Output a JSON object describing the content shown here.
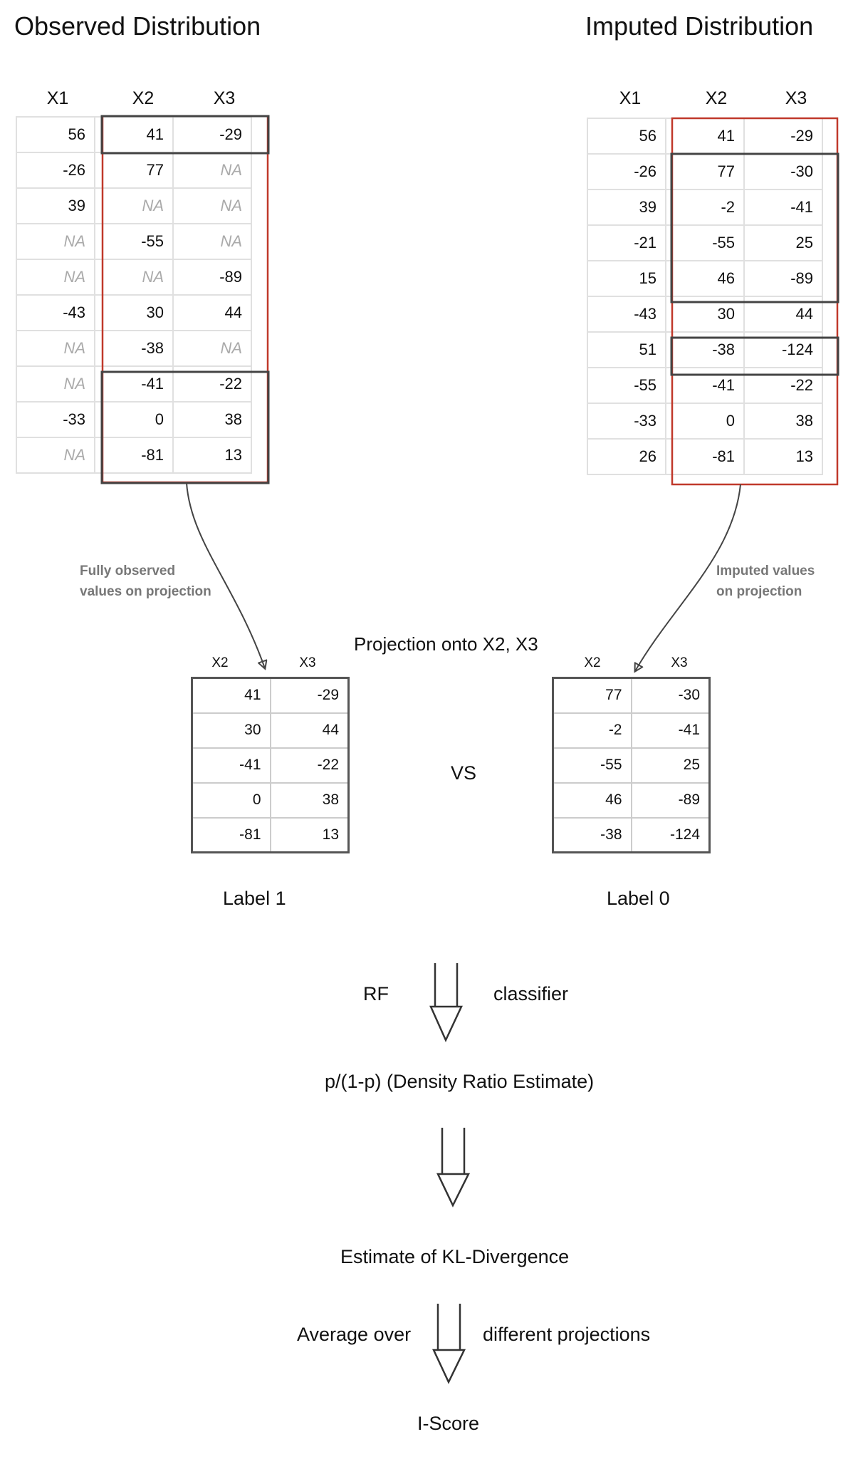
{
  "observed": {
    "title": "Observed Distribution",
    "columns": [
      "X1",
      "X2",
      "X3"
    ],
    "rows": [
      [
        "56",
        "41",
        "-29"
      ],
      [
        "-26",
        "77",
        "NA"
      ],
      [
        "39",
        "NA",
        "NA"
      ],
      [
        "NA",
        "-55",
        "NA"
      ],
      [
        "NA",
        "NA",
        "-89"
      ],
      [
        "-43",
        "30",
        "44"
      ],
      [
        "NA",
        "-38",
        "NA"
      ],
      [
        "NA",
        "-41",
        "-22"
      ],
      [
        "-33",
        "0",
        "38"
      ],
      [
        "NA",
        "-81",
        "13"
      ]
    ],
    "annotation_line1": "Fully observed",
    "annotation_line2": "values on projection"
  },
  "imputed": {
    "title": "Imputed Distribution",
    "columns": [
      "X1",
      "X2",
      "X3"
    ],
    "rows": [
      [
        "56",
        "41",
        "-29"
      ],
      [
        "-26",
        "77",
        "-30"
      ],
      [
        "39",
        "-2",
        "-41"
      ],
      [
        "-21",
        "-55",
        "25"
      ],
      [
        "15",
        "46",
        "-89"
      ],
      [
        "-43",
        "30",
        "44"
      ],
      [
        "51",
        "-38",
        "-124"
      ],
      [
        "-55",
        "-41",
        "-22"
      ],
      [
        "-33",
        "0",
        "38"
      ],
      [
        "26",
        "-81",
        "13"
      ]
    ],
    "annotation_line1": "Imputed values",
    "annotation_line2": "on projection"
  },
  "projection": {
    "title": "Projection onto X2, X3",
    "columns": [
      "X2",
      "X3"
    ],
    "observed_rows": [
      [
        "41",
        "-29"
      ],
      [
        "30",
        "44"
      ],
      [
        "-41",
        "-22"
      ],
      [
        "0",
        "38"
      ],
      [
        "-81",
        "13"
      ]
    ],
    "imputed_rows": [
      [
        "77",
        "-30"
      ],
      [
        "-2",
        "-41"
      ],
      [
        "-55",
        "25"
      ],
      [
        "46",
        "-89"
      ],
      [
        "-38",
        "-124"
      ]
    ],
    "vs": "VS",
    "label_observed": "Label 1",
    "label_imputed": "Label 0"
  },
  "flow": {
    "step1_left": "RF",
    "step1_right": "classifier",
    "step2": "p/(1-p) (Density Ratio Estimate)",
    "step3": "Estimate of KL-Divergence",
    "step4_left": "Average over",
    "step4_right": "different projections",
    "step5": "I-Score"
  },
  "colors": {
    "highlight_red": "#c0392b",
    "highlight_dark": "#444444",
    "na_gray": "#aaaaaa",
    "annotation_gray": "#777777"
  }
}
